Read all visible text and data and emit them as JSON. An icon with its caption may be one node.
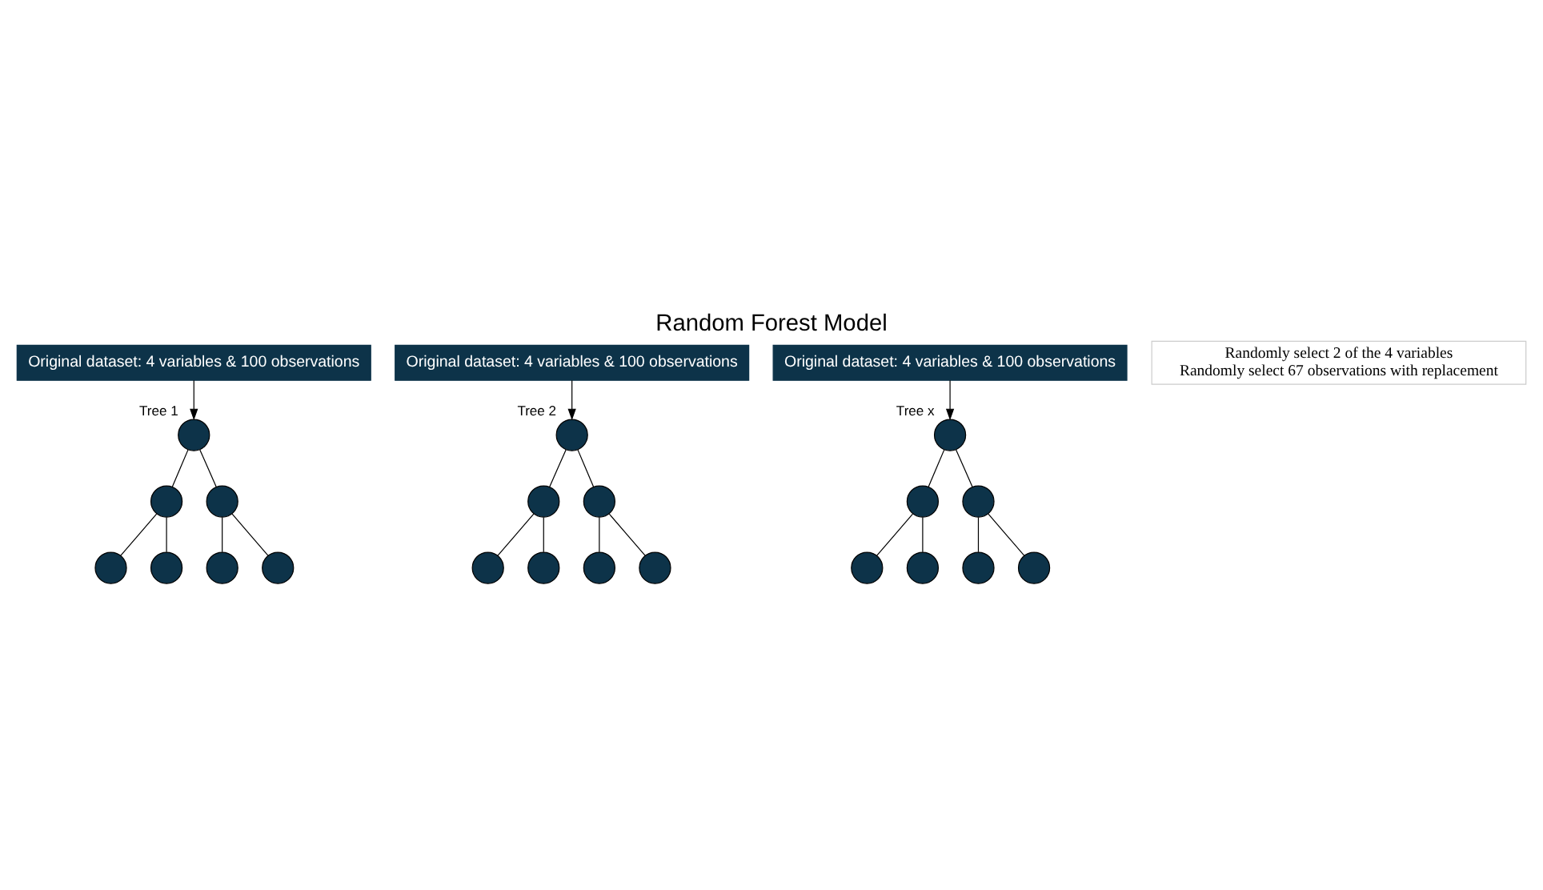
{
  "diagram": {
    "title": "Random Forest Model",
    "nodes": [
      {
        "text": [
          "Original dataset: 4 variables & 100 observations"
        ]
      },
      {
        "text": [
          "Original dataset: 4 variables & 100 observations"
        ]
      },
      {
        "text": [
          "Original dataset: 4 variables & 100 observations"
        ]
      },
      {
        "text": [
          "Randomly select 2 of the 4 variables",
          "Randomly select 67 observations with replacement"
        ]
      },
      {
        "text": [],
        "shape": "circle",
        "beside": [
          "Tree 1"
        ]
      },
      {
        "text": [],
        "shape": "circle"
      },
      {
        "text": [],
        "shape": "circle"
      },
      {
        "text": [],
        "shape": "circle"
      },
      {
        "text": [],
        "shape": "circle"
      },
      {
        "text": [],
        "shape": "circle"
      },
      {
        "text": [],
        "shape": "circle"
      },
      {
        "text": [],
        "shape": "circle",
        "beside": [
          "Tree 2"
        ]
      },
      {
        "text": [],
        "shape": "circle"
      },
      {
        "text": [],
        "shape": "circle"
      },
      {
        "text": [],
        "shape": "circle"
      },
      {
        "text": [],
        "shape": "circle"
      },
      {
        "text": [],
        "shape": "circle"
      },
      {
        "text": [],
        "shape": "circle"
      },
      {
        "text": [],
        "shape": "circle",
        "beside": [
          "Tree x"
        ]
      },
      {
        "text": [],
        "shape": "circle"
      },
      {
        "text": [],
        "shape": "circle"
      },
      {
        "text": [],
        "shape": "circle"
      },
      {
        "text": [],
        "shape": "circle"
      },
      {
        "text": [],
        "shape": "circle"
      },
      {
        "text": [],
        "shape": "circle"
      }
    ],
    "edges": [
      {
        "from": 0,
        "to": 4,
        "arrow": "to"
      },
      {
        "from": 1,
        "to": 11,
        "arrow": "to"
      },
      {
        "from": 2,
        "to": 18,
        "arrow": "to"
      },
      {
        "from": 4,
        "to": 5,
        "arrow": "none"
      },
      {
        "from": 4,
        "to": 6,
        "arrow": "none"
      },
      {
        "from": 5,
        "to": 7,
        "arrow": "none"
      },
      {
        "from": 5,
        "to": 8,
        "arrow": "none"
      },
      {
        "from": 6,
        "to": 9,
        "arrow": "none"
      },
      {
        "from": 6,
        "to": 10,
        "arrow": "none"
      },
      {
        "from": 11,
        "to": 12,
        "arrow": "none"
      },
      {
        "from": 11,
        "to": 13,
        "arrow": "none"
      },
      {
        "from": 12,
        "to": 14,
        "arrow": "none"
      },
      {
        "from": 12,
        "to": 15,
        "arrow": "none"
      },
      {
        "from": 13,
        "to": 16,
        "arrow": "none"
      },
      {
        "from": 13,
        "to": 17,
        "arrow": "none"
      },
      {
        "from": 18,
        "to": 19,
        "arrow": "none"
      },
      {
        "from": 18,
        "to": 20,
        "arrow": "none"
      },
      {
        "from": 19,
        "to": 21,
        "arrow": "none"
      },
      {
        "from": 19,
        "to": 22,
        "arrow": "none"
      },
      {
        "from": 20,
        "to": 23,
        "arrow": "none"
      },
      {
        "from": 20,
        "to": 24,
        "arrow": "none"
      }
    ]
  }
}
